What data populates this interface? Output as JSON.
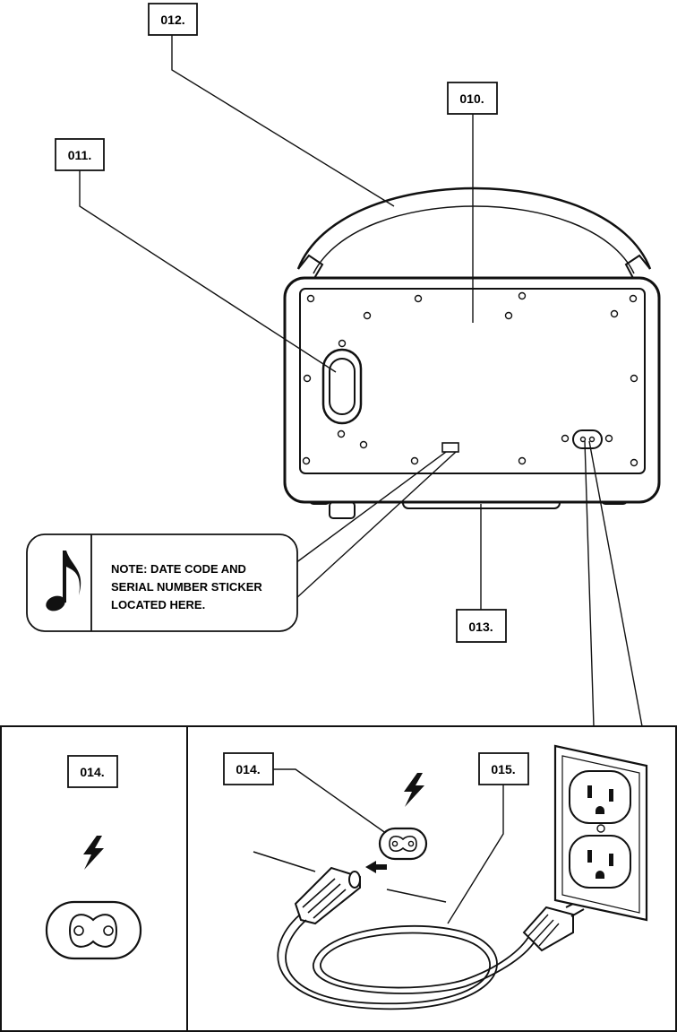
{
  "callouts": {
    "c010": "010.",
    "c011": "011.",
    "c012": "012.",
    "c013": "013.",
    "c014": "014.",
    "c015": "015."
  },
  "note": {
    "line1": "NOTE: DATE CODE AND",
    "line2": "SERIAL NUMBER STICKER",
    "line3": "LOCATED HERE."
  },
  "icons": {
    "note": "music-note-icon",
    "power": "lightning-bolt-icon",
    "inlet": "figure-8-power-inlet-icon"
  },
  "colors": {
    "ink": "#111111",
    "paper": "#ffffff",
    "panel": "#f4f4f4"
  }
}
